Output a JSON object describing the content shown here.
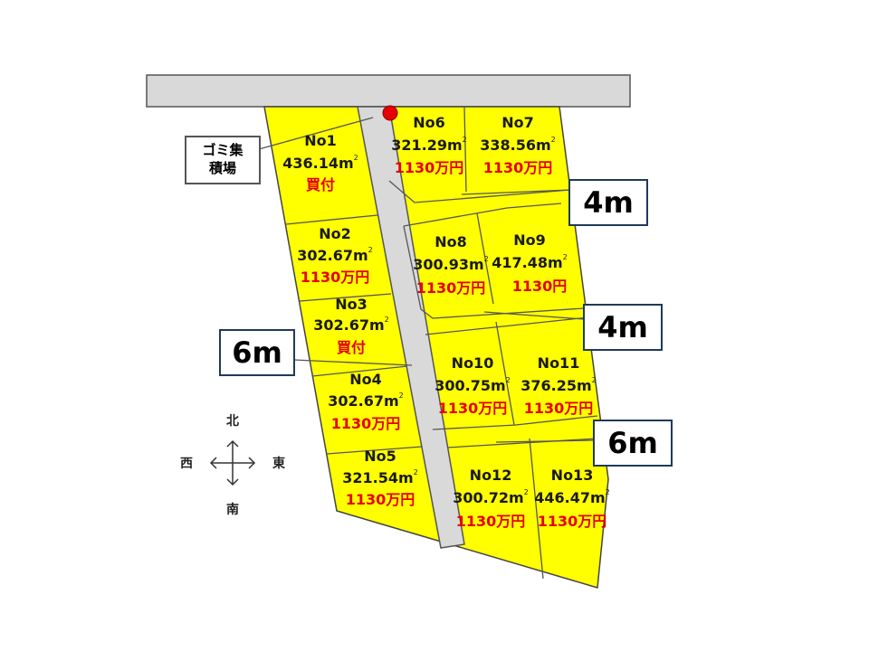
{
  "lots": [
    {
      "id": "No1",
      "area": "436.14",
      "status": "買付"
    },
    {
      "id": "No2",
      "area": "302.67",
      "status": "1130万円"
    },
    {
      "id": "No3",
      "area": "302.67",
      "status": "買付"
    },
    {
      "id": "No4",
      "area": "302.67",
      "status": "1130万円"
    },
    {
      "id": "No5",
      "area": "321.54",
      "status": "1130万円"
    },
    {
      "id": "No6",
      "area": "321.29",
      "status": "1130万円"
    },
    {
      "id": "No7",
      "area": "338.56",
      "status": "1130万円"
    },
    {
      "id": "No8",
      "area": "300.93",
      "status": "1130万円"
    },
    {
      "id": "No9",
      "area": "417.48",
      "status": "1130円"
    },
    {
      "id": "No10",
      "area": "300.75",
      "status": "1130万円"
    },
    {
      "id": "No11",
      "area": "376.25",
      "status": "1130万円"
    },
    {
      "id": "No12",
      "area": "300.72",
      "status": "1130万円"
    },
    {
      "id": "No13",
      "area": "446.47",
      "status": "1130万円"
    }
  ],
  "area_unit": "m",
  "area_unit_sup": "2",
  "road_widths": {
    "upper_right": "4m",
    "middle_right": "4m",
    "lower_right": "6m",
    "left": "6m"
  },
  "garbage_point_label": "ゴミ集積場",
  "garbage_point_label_lines": [
    "ゴミ集",
    "積場"
  ],
  "compass": {
    "north": "北",
    "south": "南",
    "east": "東",
    "west": "西"
  },
  "colors": {
    "lot_fill": "#ffff00",
    "lot_outline": "#444444",
    "road_fill": "#d9d9d9",
    "price_text": "#e60000",
    "garbage_marker": "#e60000"
  }
}
